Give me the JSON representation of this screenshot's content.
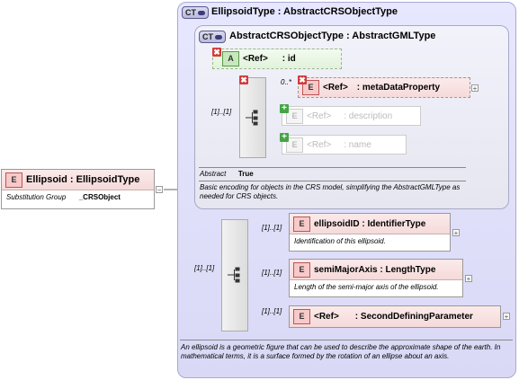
{
  "root": {
    "badge": "E",
    "name": "Ellipsoid : EllipsoidType",
    "prop_label": "Substitution Group",
    "prop_value": "_CRSObject"
  },
  "ellipsoid_type": {
    "badge": "CT",
    "title": "EllipsoidType : AbstractCRSObjectType",
    "documentation": "An ellipsoid is a geometric figure that can be used to describe the approximate shape of the earth. In mathematical terms, it is a surface formed by the rotation of an ellipse about an axis."
  },
  "abstract_crs": {
    "badge": "CT",
    "title": "AbstractCRSObjectType : AbstractGMLType",
    "attribute": {
      "badge": "A",
      "ref": "<Ref>",
      "name": ": id"
    },
    "sequence_cardinality": "[1]..[1]",
    "children": [
      {
        "badge": "E",
        "ref": "<Ref>",
        "name": ": metaDataProperty",
        "cardinality": "0..*"
      },
      {
        "badge": "E",
        "ref": "<Ref>",
        "name": ": description"
      },
      {
        "badge": "E",
        "ref": "<Ref>",
        "name": ": name"
      }
    ],
    "abstract_label": "Abstract",
    "abstract_value": "True",
    "documentation": "Basic encoding for objects in the CRS model, simplifying the AbstractGMLType as needed for CRS objects."
  },
  "sequence": {
    "cardinality": "[1]..[1]",
    "elements": [
      {
        "badge": "E",
        "name": "ellipsoidID : IdentifierType",
        "cardinality": "[1]..[1]",
        "doc": "Identification of this ellipsoid."
      },
      {
        "badge": "E",
        "name": "semiMajorAxis : LengthType",
        "cardinality": "[1]..[1]",
        "doc": "Length of the semi-major axis of the ellipsoid."
      },
      {
        "badge": "E",
        "ref": "<Ref>",
        "name": ": SecondDefiningParameter",
        "cardinality": "[1]..[1]"
      }
    ]
  },
  "icons": {
    "expand": "+",
    "collapse": "−",
    "prohibited": "✖",
    "optional": "+"
  }
}
